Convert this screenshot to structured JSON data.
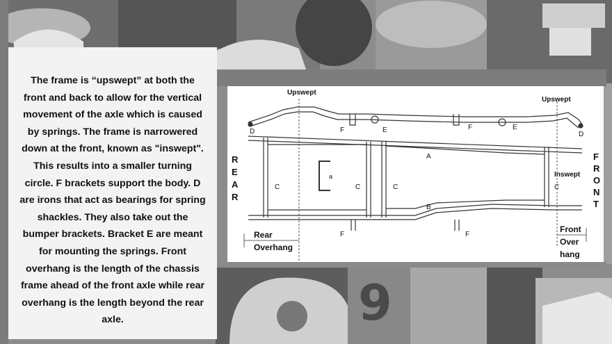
{
  "slide": {
    "body_text_lines": [
      "The frame is “upswept” at both the",
      "front and back to allow for the vertical",
      "movement of the axle which is caused",
      "by springs. The frame is narrowered",
      "down at the front, known as \"inswept\".",
      "This results into a smaller turning",
      "circle. F brackets support the body. D",
      "are irons that act as bearings for spring",
      "shackles. They also take out the",
      "bumper brackets. Bracket E are meant",
      "for mounting the springs. Front",
      "overhang is the length of the chassis",
      "frame ahead of the front axle while rear",
      "overhang is the length beyond the rear",
      "axle."
    ]
  },
  "diagram": {
    "upswept_left": "Upswept",
    "upswept_right": "Upswept",
    "inswept": "Inswept",
    "rear_vertical": [
      "R",
      "E",
      "A",
      "R"
    ],
    "front_vertical": [
      "F",
      "R",
      "O",
      "N",
      "T"
    ],
    "rear_overhang": [
      "Rear",
      "Overhang"
    ],
    "front_overhang": [
      "Front",
      "Over",
      "hang"
    ],
    "labels": {
      "a": "a",
      "A": "A",
      "B": "B",
      "C": "C",
      "D": "D",
      "E": "E",
      "F": "F"
    }
  }
}
